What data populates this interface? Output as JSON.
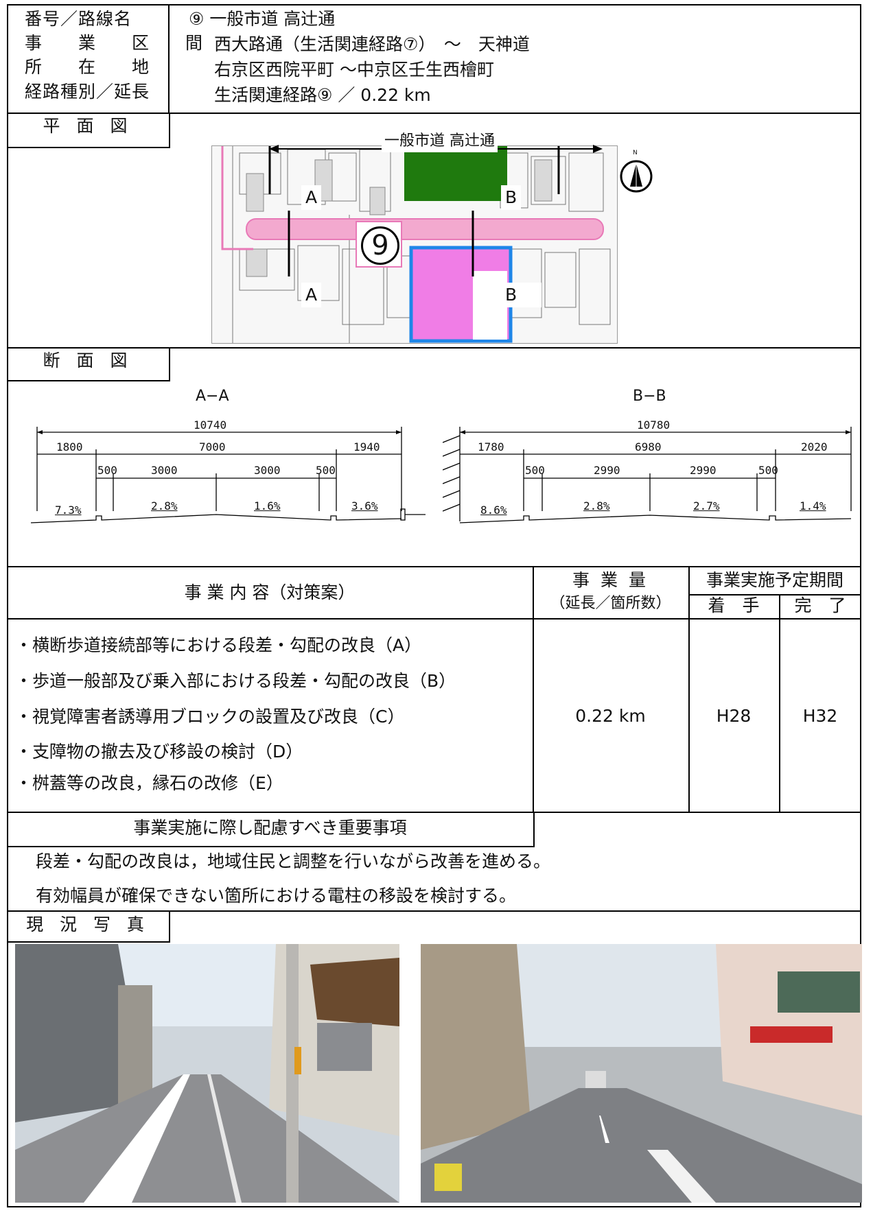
{
  "header": {
    "labels": [
      "番号／路線名",
      "事　業　区　間",
      "所　　在　　地",
      "経路種別／延長"
    ],
    "values": [
      "⑨ 一般市道 高辻通",
      "西大路通（生活関連経路⑦）　～　天神道",
      "右京区西院平町 ～中京区壬生西檜町",
      "生活関連経路⑨ ／ 0.22 km"
    ]
  },
  "plan": {
    "section_label": "平 面 図",
    "road_label": "一般市道 高辻通",
    "route_number": "⑨",
    "cut_a": "A",
    "cut_b": "B",
    "north": "N"
  },
  "cross_section": {
    "section_label": "断 面 図",
    "a": {
      "title": "A−A",
      "total": "10740",
      "widths": [
        "1800",
        "7000",
        "1940"
      ],
      "lanes": [
        "500",
        "3000",
        "3000",
        "500"
      ],
      "slopes": [
        "7.3%",
        "2.8%",
        "1.6%",
        "3.6%"
      ]
    },
    "b": {
      "title": "B−B",
      "total": "10780",
      "widths": [
        "1780",
        "6980",
        "2020"
      ],
      "lanes": [
        "500",
        "2990",
        "2990",
        "500"
      ],
      "slopes": [
        "8.6%",
        "2.8%",
        "2.7%",
        "1.4%"
      ]
    }
  },
  "project": {
    "content_header": "事 業 内 容（対策案）",
    "volume_header": "事 業 量",
    "volume_sub": "（延長／箇所数）",
    "period_header": "事業実施予定期間",
    "start_header": "着　手",
    "end_header": "完　了",
    "items": [
      "・横断歩道接続部等における段差・勾配の改良（A）",
      "・歩道一般部及び乗入部における段差・勾配の改良（B）",
      "・視覚障害者誘導用ブロックの設置及び改良（C）",
      "・支障物の撤去及び移設の検討（D）",
      "・桝蓋等の改良，縁石の改修（E）"
    ],
    "volume": "0.22 km",
    "start": "H28",
    "end": "H32"
  },
  "considerations": {
    "header": "事業実施に際し配慮すべき重要事項",
    "lines": [
      "段差・勾配の改良は，地域住民と調整を行いながら改善を進める。",
      "有効幅員が確保できない箇所における電柱の移設を検討する。"
    ]
  },
  "photos": {
    "section_label": "現 況 写 真"
  },
  "colors": {
    "route_pink": "#f3a9cf",
    "green_area": "#1f7a0e",
    "magenta_area": "#f07de6",
    "blue_outline": "#1f86e8"
  }
}
